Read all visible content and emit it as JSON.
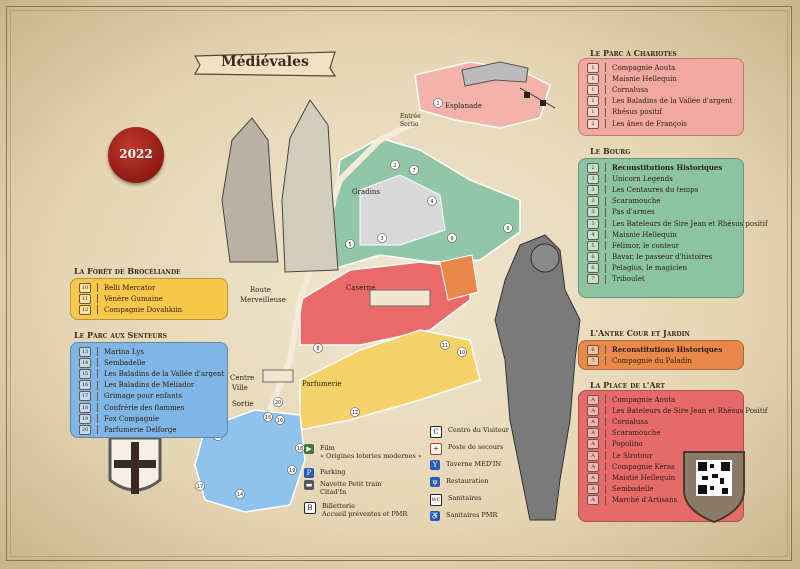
{
  "title": "Médiévales",
  "year": "2022",
  "map_labels": {
    "esplanade": "Esplanade",
    "entree": "Entrée",
    "sortie": "Sortie",
    "gradins": "Gradins",
    "caserne": "Caserne",
    "route_line1": "Route",
    "route_line2": "Merveilleuse",
    "centre_ville_line1": "Centre",
    "centre_ville_line2": "Ville",
    "sortie2": "Sortie",
    "parfumerie": "Parfumerie"
  },
  "foret": {
    "title": "La Forêt de Brocéliande",
    "items": [
      {
        "n": "10",
        "label": "Belli Mercator"
      },
      {
        "n": "11",
        "label": "Vénère Gumaine"
      },
      {
        "n": "12",
        "label": "Compagnie Dovahkiin"
      }
    ],
    "color": "#f7c84a"
  },
  "senteurs": {
    "title": "Le Parc aux Senteurs",
    "items": [
      {
        "n": "13",
        "label": "Marina Lys"
      },
      {
        "n": "14",
        "label": "Sembadelle"
      },
      {
        "n": "15",
        "label": "Les Baladins de la Vallée d'argent"
      },
      {
        "n": "16",
        "label": "Les Baladins de Méliador"
      },
      {
        "n": "17",
        "label": "Grimage pour enfants"
      },
      {
        "n": "18",
        "label": "Confrérie des flammes"
      },
      {
        "n": "19",
        "label": "Fox Compagnie"
      },
      {
        "n": "20",
        "label": "Parfumerie Delforge"
      }
    ],
    "color": "#7fb6e6"
  },
  "chariotes": {
    "title": "Le Parc à Chariotes",
    "items": [
      {
        "n": "1",
        "label": "Compagnie Aouta"
      },
      {
        "n": "1",
        "label": "Maisnie Hellequin"
      },
      {
        "n": "1",
        "label": "Cornalusa"
      },
      {
        "n": "1",
        "label": "Les Baladins de la Vallée d'argent"
      },
      {
        "n": "1",
        "label": "Rhésus positif"
      },
      {
        "n": "2",
        "label": "Les ânes de François"
      }
    ],
    "color": "#f1a8a0"
  },
  "bourg": {
    "title": "Le Bourg",
    "items": [
      {
        "n": "2",
        "label": "Reconstitutions Historiques",
        "bold": true
      },
      {
        "n": "3",
        "label": "Unicorn Legends"
      },
      {
        "n": "3",
        "label": "Les Centaures du temps"
      },
      {
        "n": "3",
        "label": "Scaramouche"
      },
      {
        "n": "3",
        "label": "Pas d'armes"
      },
      {
        "n": "3",
        "label": "Les Bateleurs de Sire Jean et Rhésus positif"
      },
      {
        "n": "4",
        "label": "Maisnie Hellequin"
      },
      {
        "n": "5",
        "label": "Félimor, le conteur"
      },
      {
        "n": "6",
        "label": "Bavar, le passeur d'histoires"
      },
      {
        "n": "6",
        "label": "Pelagius, le magicien"
      },
      {
        "n": "7",
        "label": "Triboulet"
      }
    ],
    "color": "#8cc3a2"
  },
  "antre": {
    "title": "L'Antre Cour et Jardin",
    "items": [
      {
        "n": "6",
        "label": "Reconstitutions Historiques",
        "bold": true
      },
      {
        "n": "7",
        "label": "Compagnie du Paladin"
      }
    ],
    "color": "#e8894a"
  },
  "art": {
    "title": "La Place de l'Art",
    "items": [
      {
        "n": "A",
        "label": "Compagnie Aouta"
      },
      {
        "n": "A",
        "label": "Les Bateleurs de Sire Jean et Rhésus Positif"
      },
      {
        "n": "A",
        "label": "Cornalusa"
      },
      {
        "n": "A",
        "label": "Scaramouche"
      },
      {
        "n": "A",
        "label": "Popolino"
      },
      {
        "n": "A",
        "label": "Le Sirotour"
      },
      {
        "n": "A",
        "label": "Compagnie Kéras"
      },
      {
        "n": "A",
        "label": "Maistie Hellequin"
      },
      {
        "n": "A",
        "label": "Sembadelle"
      },
      {
        "n": "A",
        "label": "Marché d'Artisans"
      }
    ],
    "color": "#e66a6a"
  },
  "legend_left": [
    {
      "icon": "film-icon",
      "line1": "Film",
      "line2": "« Origines loteries modernes »"
    },
    {
      "icon": "parking-icon",
      "line1": "Parking",
      "line2": ""
    },
    {
      "icon": "train-icon",
      "line1": "Navette Petit train",
      "line2": "Citad'In"
    },
    {
      "icon": "ticket-icon",
      "line1": "Billetterie",
      "line2": "Accueil préventes et PMR"
    }
  ],
  "legend_right": [
    {
      "icon": "visitor-centre-icon",
      "label": "Centre du Visiteur"
    },
    {
      "icon": "first-aid-icon",
      "label": "Poste de secours"
    },
    {
      "icon": "tavern-icon",
      "label": "Taverne MED'IN"
    },
    {
      "icon": "restaurant-icon",
      "label": "Restauration"
    },
    {
      "icon": "toilets-icon",
      "label": "Sanitaires"
    },
    {
      "icon": "accessible-toilets-icon",
      "label": "Sanitaires PMR"
    }
  ],
  "legend_symbols": {
    "parking": "P",
    "ticket": "B",
    "visitor": "C",
    "wc": "WC",
    "cross": "+"
  },
  "zone_numbers": [
    "1",
    "2",
    "3",
    "4",
    "5",
    "6",
    "7",
    "8",
    "9",
    "10",
    "11",
    "12",
    "13",
    "14",
    "15",
    "16",
    "17",
    "18",
    "19",
    "20"
  ]
}
